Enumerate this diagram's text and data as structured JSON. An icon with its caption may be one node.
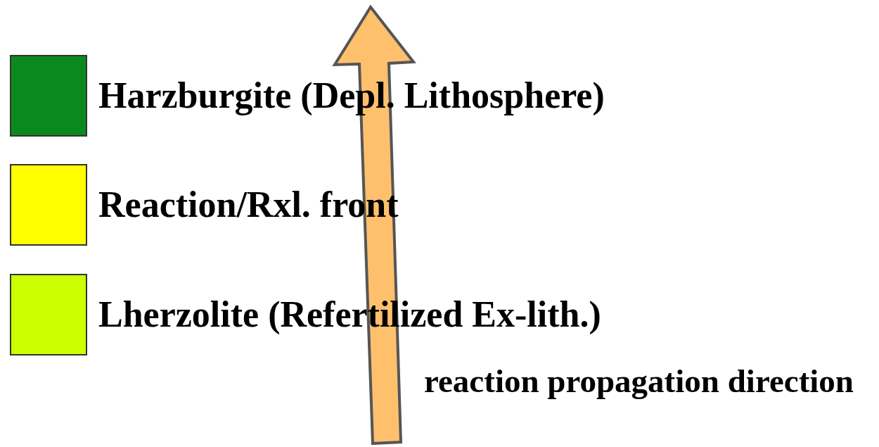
{
  "diagram": {
    "labels": [
      "reaction propagation direction"
    ],
    "legend": [
      {
        "text": "Harzburgite (Depl. Lithosphere)",
        "color": "#0a8a1e"
      },
      {
        "text": "Reaction/Rxl. front",
        "color": "#ffff00"
      },
      {
        "text": "Lherzolite (Refertilized Ex-lith.)",
        "color": "#ccff00"
      }
    ]
  }
}
